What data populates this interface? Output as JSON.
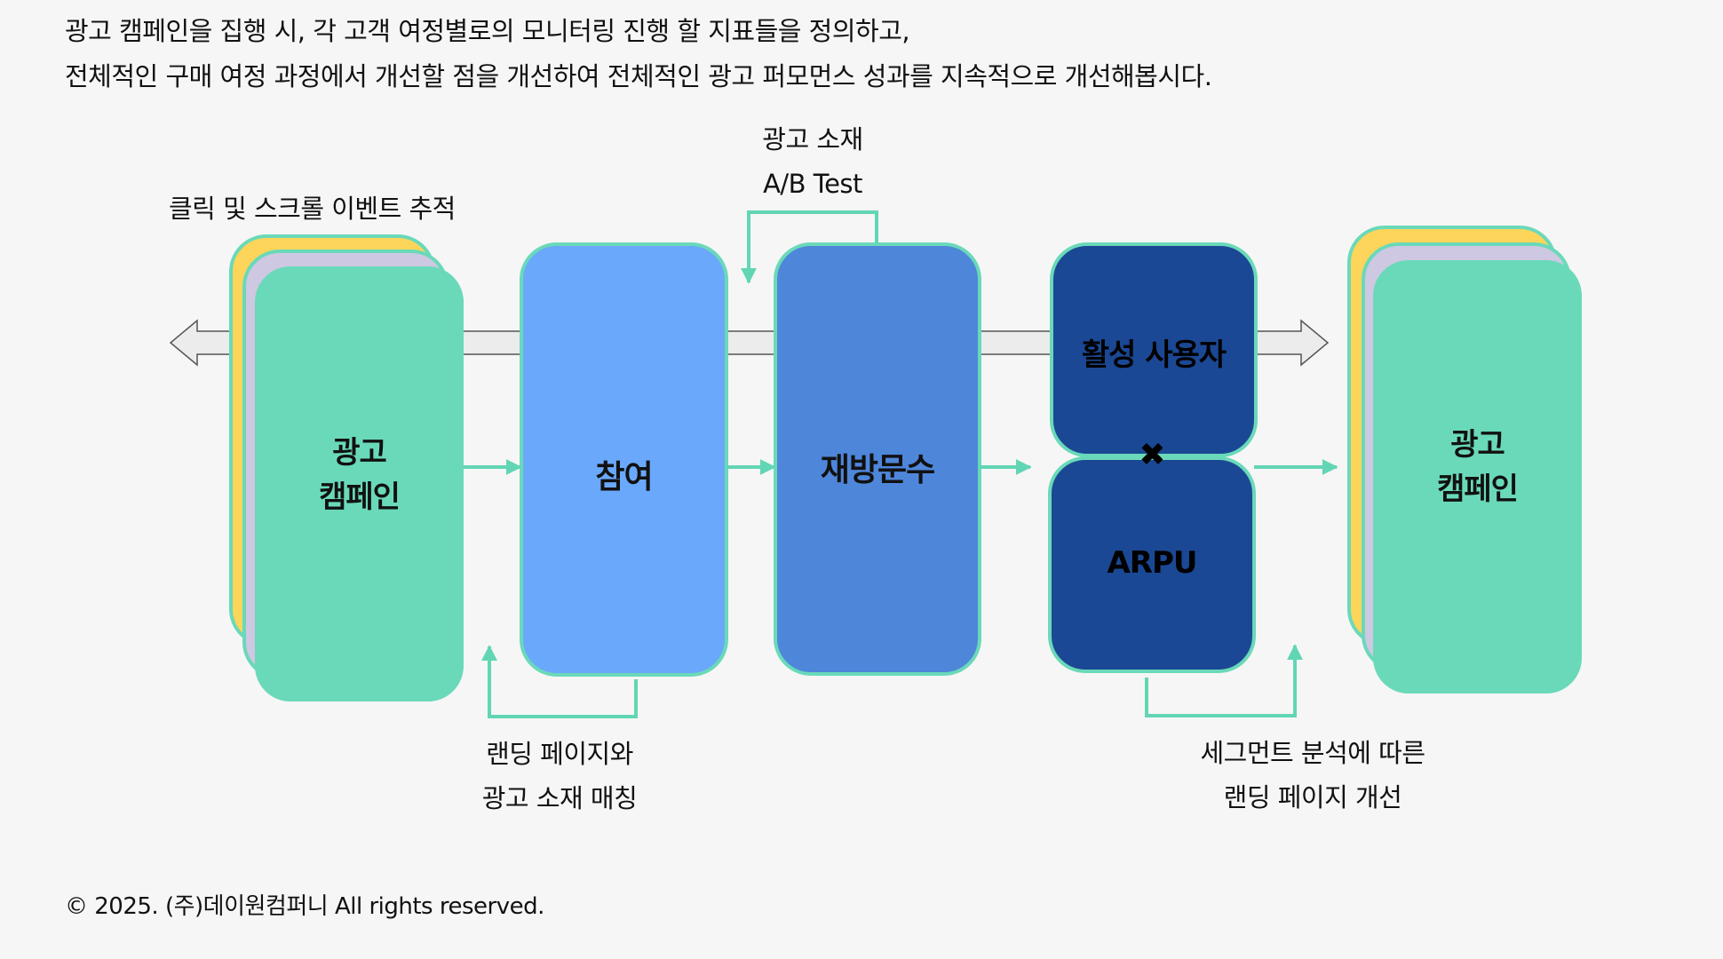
{
  "intro": {
    "line1": "광고 캠페인을 집행 시, 각 고객 여정별로의 모니터링 진행 할 지표들을 정의하고,",
    "line2": "전체적인 구매 여정 과정에서 개선할 점을 개선하여 전체적인 광고 퍼모먼스 성과를 지속적으로 개선해봅시다."
  },
  "annotations": {
    "click_scroll": "클릭 및 스크롤 이벤트 추적",
    "creative_ab_line1": "광고 소재",
    "creative_ab_line2": "A/B Test",
    "landing_match_line1": "랜딩 페이지와",
    "landing_match_line2": "광고 소재 매칭",
    "segment_line1": "세그먼트 분석에 따른",
    "segment_line2": "랜딩 페이지 개선"
  },
  "stages": {
    "campaign_left_line1": "광고",
    "campaign_left_line2": "캠페인",
    "engagement": "참여",
    "revisit": "재방문수",
    "active_users": "활성 사용자",
    "multiply_symbol": "✖",
    "arpu": "ARPU",
    "campaign_right_line1": "광고",
    "campaign_right_line2": "캠페인"
  },
  "colors": {
    "mint": "#6ad9b9",
    "yellow": "#fdd55a",
    "lavender": "#cfc8e2",
    "light_blue": "#6aa8fc",
    "mid_blue": "#4e86da",
    "navy": "#1b4894",
    "connector": "#62d6b4",
    "background": "#f6f6f6"
  },
  "footer": "© 2025. (주)데이원컴퍼니 All rights reserved."
}
